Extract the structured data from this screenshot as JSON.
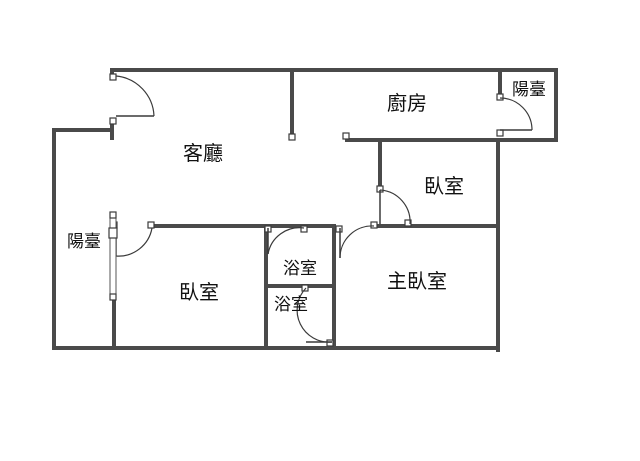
{
  "rooms": {
    "living_room": "客廳",
    "kitchen": "廚房",
    "balcony_right": "陽臺",
    "balcony_left": "陽臺",
    "bedroom_right": "臥室",
    "bedroom_left": "臥室",
    "bathroom_top": "浴室",
    "bathroom_bottom": "浴室",
    "master_bedroom": "主臥室"
  },
  "colors": {
    "wall": "#4a4a4a",
    "background": "#ffffff",
    "text": "#111111"
  }
}
